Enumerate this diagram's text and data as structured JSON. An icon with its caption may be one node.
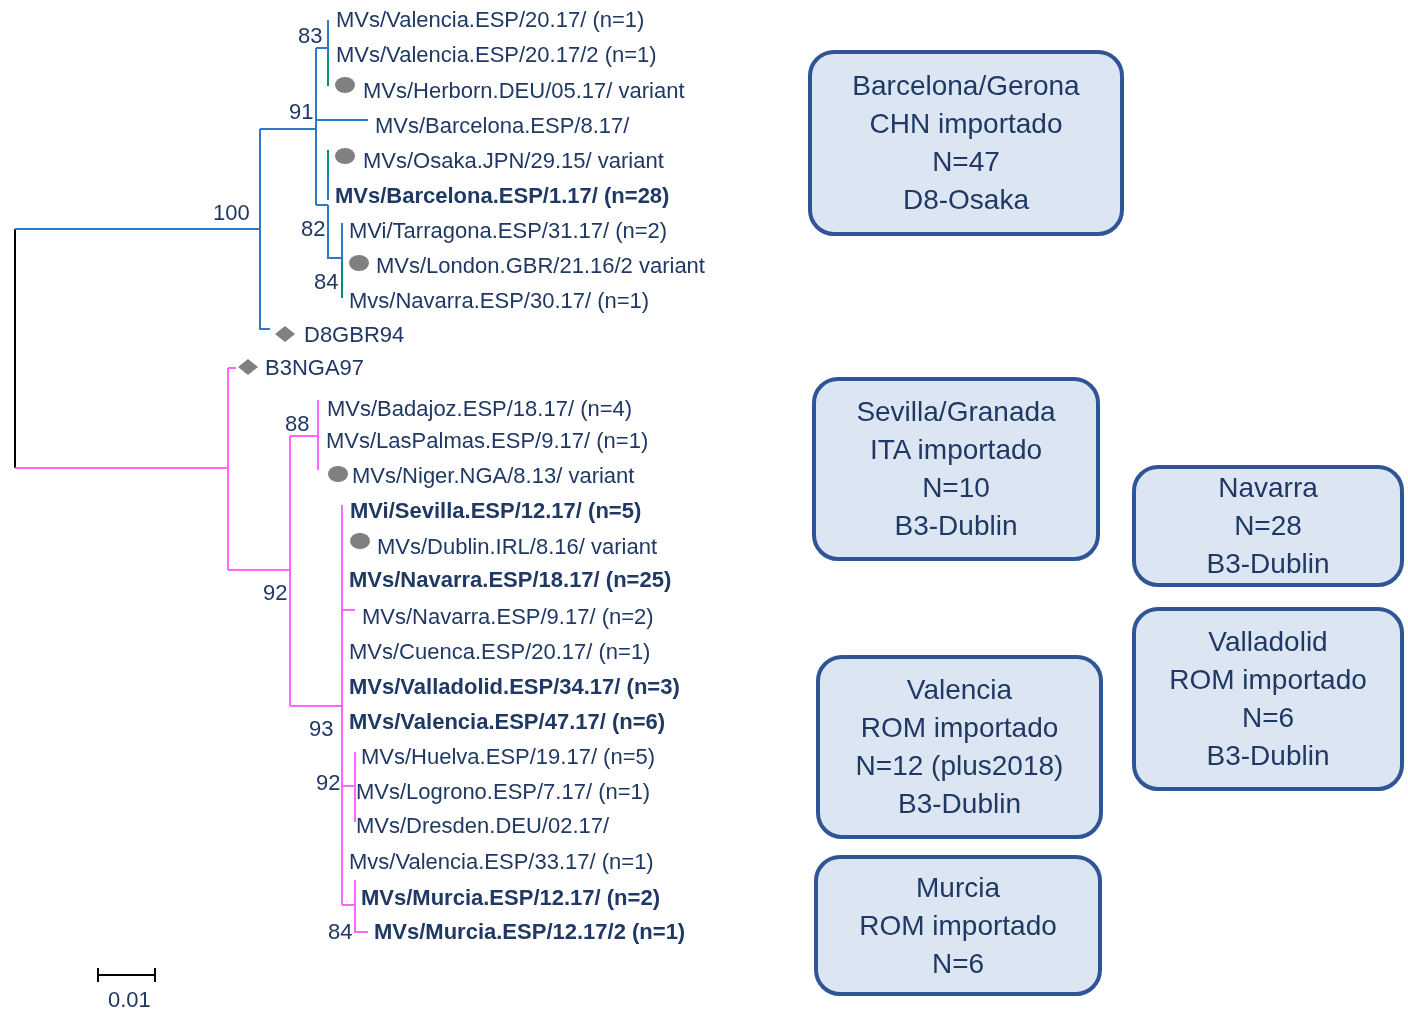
{
  "diagram": {
    "nodes": [
      {
        "text": [
          "Barcelona/Gerona",
          "CHN importado",
          "N=47",
          "D8-Osaka"
        ]
      },
      {
        "text": [
          "Sevilla/Granada",
          "ITA importado",
          "N=10",
          "B3-Dublin"
        ]
      },
      {
        "text": [
          "Navarra",
          "N=28",
          "B3-Dublin"
        ]
      },
      {
        "text": [
          "Valladolid",
          "ROM importado",
          "N=6",
          "B3-Dublin"
        ]
      },
      {
        "text": [
          "Valencia",
          "ROM importado",
          "N=12 (plus2018)",
          "B3-Dublin"
        ]
      },
      {
        "text": [
          "Murcia",
          "ROM importado",
          "N=6"
        ]
      }
    ],
    "edges": [],
    "labels": [
      "83",
      "MVs/Valencia.ESP/20.17/ (n=1)",
      "MVs/Valencia.ESP/20.17/2 (n=1)",
      "MVs/Herborn.DEU/05.17/ variant",
      "91",
      "MVs/Barcelona.ESP/8.17/",
      "MVs/Osaka.JPN/29.15/ variant",
      "MVs/Barcelona.ESP/1.17/ (n=28)",
      "100",
      "82",
      "MVi/Tarragona.ESP/31.17/ (n=2)",
      "MVs/London.GBR/21.16/2 variant",
      "84",
      "Mvs/Navarra.ESP/30.17/ (n=1)",
      "D8GBR94",
      "B3NGA97",
      "88",
      "MVs/Badajoz.ESP/18.17/ (n=4)",
      "MVs/LasPalmas.ESP/9.17/ (n=1)",
      "MVs/Niger.NGA/8.13/ variant",
      "MVi/Sevilla.ESP/12.17/ (n=5)",
      "MVs/Dublin.IRL/8.16/ variant",
      "MVs/Navarra.ESP/18.17/ (n=25)",
      "92",
      "MVs/Navarra.ESP/9.17/ (n=2)",
      "MVs/Cuenca.ESP/20.17/ (n=1)",
      "MVs/Valladolid.ESP/34.17/ (n=3)",
      "MVs/Valencia.ESP/47.17/ (n=6)",
      "93",
      "MVs/Huelva.ESP/19.17/ (n=5)",
      "92",
      "MVs/Logrono.ESP/7.17/ (n=1)",
      "MVs/Dresden.DEU/02.17/",
      "Mvs/Valencia.ESP/33.17/ (n=1)",
      "MVs/Murcia.ESP/12.17/ (n=2)",
      "84",
      "MVs/Murcia.ESP/12.17/2 (n=1)",
      "0.01"
    ]
  }
}
